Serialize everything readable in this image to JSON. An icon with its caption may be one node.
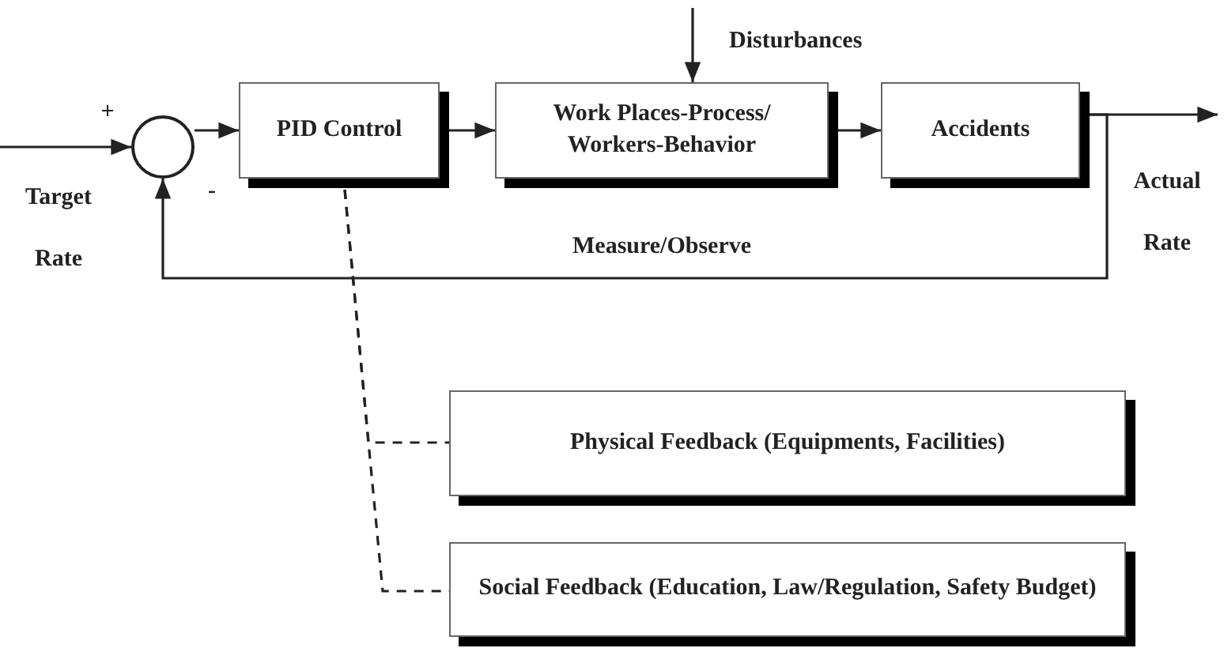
{
  "diagram": {
    "nodes": [
      {
        "text": [],
        "shape": "circle"
      },
      {
        "text": [
          "PID Control"
        ]
      },
      {
        "text": [
          "Work Places-Process/ Workers-Behavior"
        ]
      },
      {
        "text": [
          "Accidents"
        ]
      },
      {
        "text": [
          "Physical Feedback (Equipments, Facilities)"
        ]
      },
      {
        "text": [
          "Social Feedback (Education, Law/Regulation, Safety Budget)"
        ]
      }
    ],
    "edges": [
      {
        "from": null,
        "to": 0,
        "arrow": "to"
      },
      {
        "from": 0,
        "to": 1,
        "arrow": "to"
      },
      {
        "from": 1,
        "to": 2,
        "arrow": "to"
      },
      {
        "from": null,
        "to": 2,
        "arrow": "to",
        "label": "Disturbances"
      },
      {
        "from": 2,
        "to": 3,
        "arrow": "to"
      },
      {
        "from": 3,
        "to": null,
        "arrow": "to"
      },
      {
        "from": 3,
        "to": 0,
        "arrow": "to",
        "label": "Measure/Observe"
      },
      {
        "from": 1,
        "to": 4,
        "arrow": "none",
        "style": "dashed"
      },
      {
        "from": 1,
        "to": 5,
        "arrow": "none",
        "style": "dashed"
      }
    ],
    "labels": [
      "+",
      "Target Rate",
      "-",
      "Actual Rate"
    ]
  }
}
